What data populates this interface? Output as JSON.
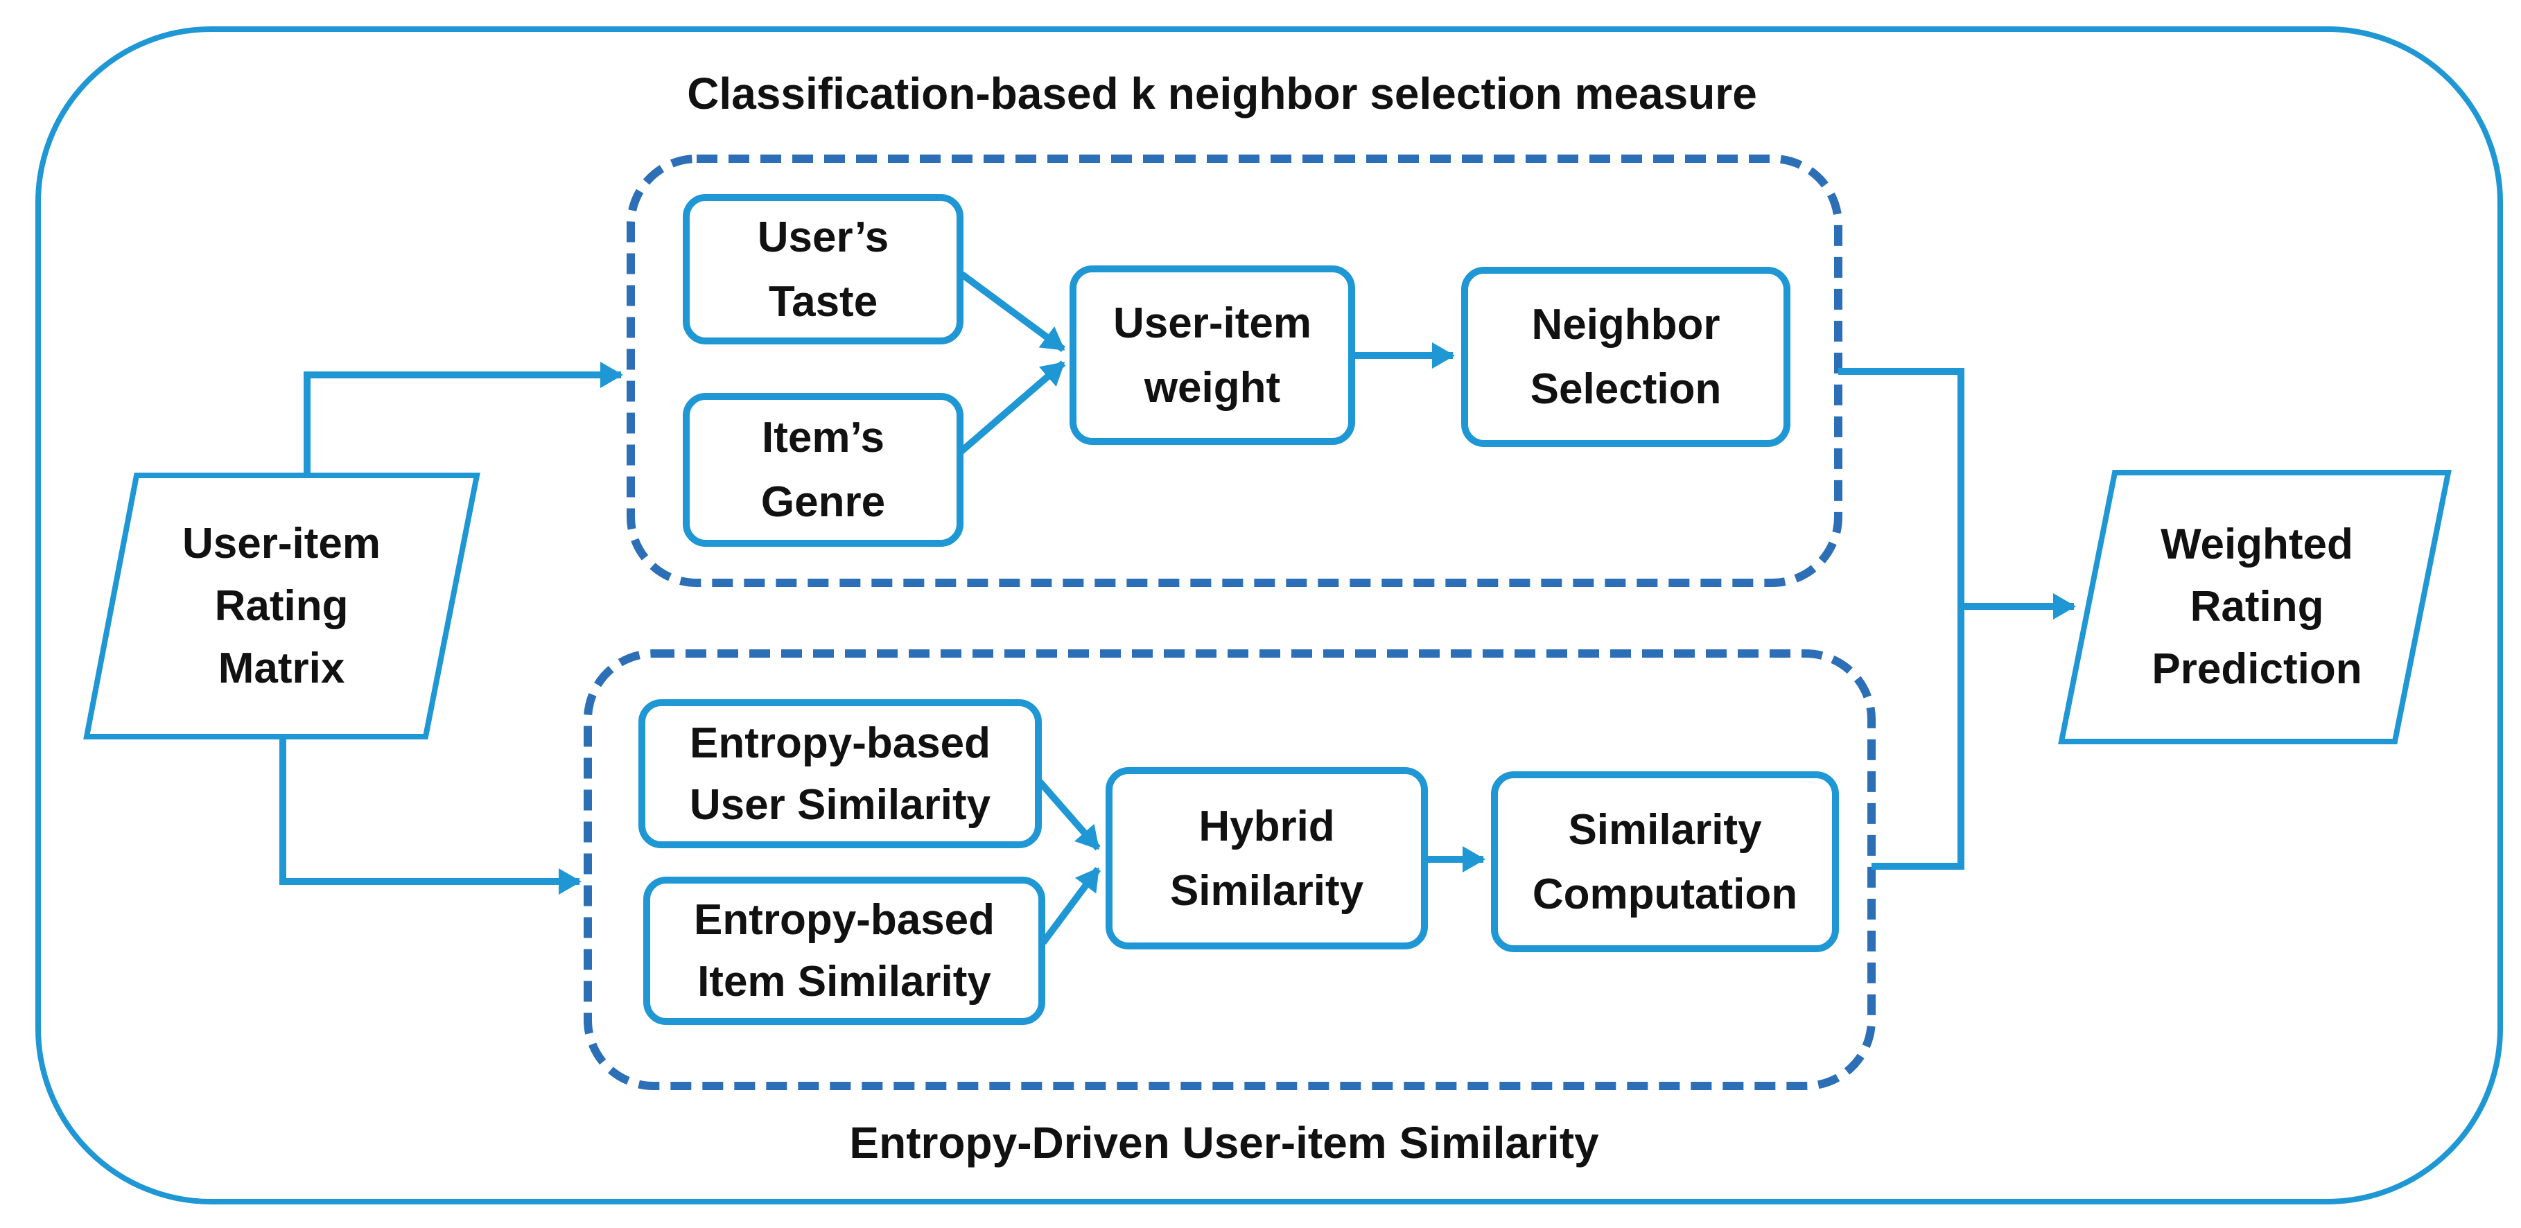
{
  "diagram": {
    "kind": "flowchart",
    "titles": {
      "top": "Classification-based k neighbor selection measure",
      "bottom": "Entropy-Driven User-item Similarity"
    },
    "modules": {
      "classification_module_label": "Classification-based k neighbor selection measure",
      "entropy_module_label": "Entropy-Driven User-item Similarity"
    },
    "nodes": {
      "rating_matrix": {
        "shape": "parallelogram",
        "line1": "User-item",
        "line2": "Rating",
        "line3": "Matrix"
      },
      "users_taste": {
        "shape": "rounded-box",
        "line1": "User’s",
        "line2": "Taste"
      },
      "items_genre": {
        "shape": "rounded-box",
        "line1": "Item’s",
        "line2": "Genre"
      },
      "user_item_weight": {
        "shape": "rounded-box",
        "line1": "User-item",
        "line2": "weight"
      },
      "neighbor_selection": {
        "shape": "rounded-box",
        "line1": "Neighbor",
        "line2": "Selection"
      },
      "entropy_user_similarity": {
        "shape": "rounded-box",
        "line1": "Entropy-based",
        "line2": "User Similarity"
      },
      "entropy_item_similarity": {
        "shape": "rounded-box",
        "line1": "Entropy-based",
        "line2": "Item Similarity"
      },
      "hybrid_similarity": {
        "shape": "rounded-box",
        "line1": "Hybrid",
        "line2": "Similarity"
      },
      "similarity_computation": {
        "shape": "rounded-box",
        "line1": "Similarity",
        "line2": "Computation"
      },
      "weighted_rating_prediction": {
        "shape": "parallelogram",
        "line1": "Weighted",
        "line2": "Rating",
        "line3": "Prediction"
      }
    },
    "edges": [
      "rating_matrix -> classification module",
      "rating_matrix -> entropy module",
      "users_taste -> user_item_weight",
      "items_genre -> user_item_weight",
      "user_item_weight -> neighbor_selection",
      "entropy_user_similarity -> hybrid_similarity",
      "entropy_item_similarity -> hybrid_similarity",
      "hybrid_similarity -> similarity_computation",
      "classification module -> weighted_rating_prediction",
      "entropy module -> weighted_rating_prediction"
    ],
    "colors": {
      "solid_line": "#1E97D4",
      "dashed_line": "#2C6FB6",
      "text": "#111111",
      "background": "#FFFFFF"
    }
  }
}
